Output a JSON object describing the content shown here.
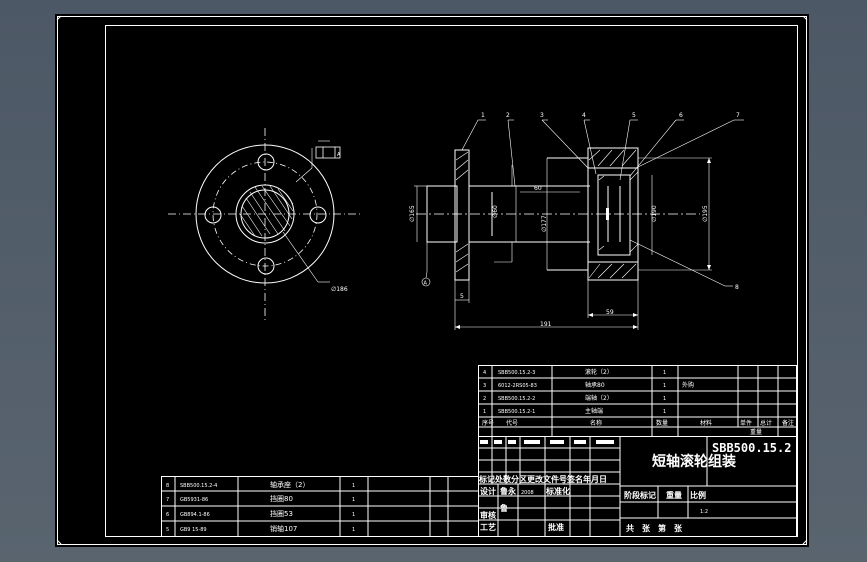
{
  "drawing_code": "SBB500.15.2",
  "drawing_title": "短轴滚轮组装",
  "balloons": [
    "1",
    "2",
    "3",
    "4",
    "5",
    "6",
    "7",
    "8"
  ],
  "datum_label": "A",
  "front_view_dim": "∅186",
  "side_dims": {
    "d1": "∅165",
    "d2": "∅177",
    "d3": "∅60",
    "d4": "∅195",
    "d5": "∅190",
    "len_total": "191",
    "len_right": "59",
    "gap": "5",
    "small": "60"
  },
  "top_bom": [
    {
      "no": "4",
      "code": "SBB500.15.2-3",
      "name": "滚轮（2）",
      "qty": "1",
      "note": ""
    },
    {
      "no": "3",
      "code": "6012-2RS05-83",
      "name": "轴承80",
      "qty": "1",
      "note": "外购"
    },
    {
      "no": "2",
      "code": "SBB500.15.2-2",
      "name": "端轴（2）",
      "qty": "1",
      "note": ""
    },
    {
      "no": "1",
      "code": "SBB500.15.2-1",
      "name": "主轴端",
      "qty": "1",
      "note": ""
    }
  ],
  "top_bom_header": {
    "no": "序号",
    "code": "代号",
    "name": "名称",
    "qty": "数量",
    "material": "材料",
    "unit_weight": "单件",
    "total_weight": "总计",
    "weight_group": "重量",
    "note": "备注"
  },
  "bottom_bom": [
    {
      "no": "8",
      "code": "SBB500.15.2-4",
      "name": "轴承座（2）",
      "qty": "1"
    },
    {
      "no": "7",
      "code": "GB5931-86",
      "name": "挡圈80",
      "qty": "1"
    },
    {
      "no": "6",
      "code": "GB894.1-86",
      "name": "挡圈53",
      "qty": "1"
    },
    {
      "no": "5",
      "code": "GB9 15-89",
      "name": "销轴107",
      "qty": "1"
    }
  ],
  "title_block": {
    "revision_row": "标记处数分区更改文件号签名年月日",
    "design": "设计",
    "design_name": "鲁永",
    "design_date": "2008",
    "standardization": "标准化",
    "check": "审核",
    "process": "工艺",
    "check_name": "鲁",
    "approve": "批准",
    "stage_marks": "阶段标记",
    "weight": "重量",
    "scale": "比例",
    "scale_value": "1:2",
    "sheets": "共　张　第　张"
  }
}
